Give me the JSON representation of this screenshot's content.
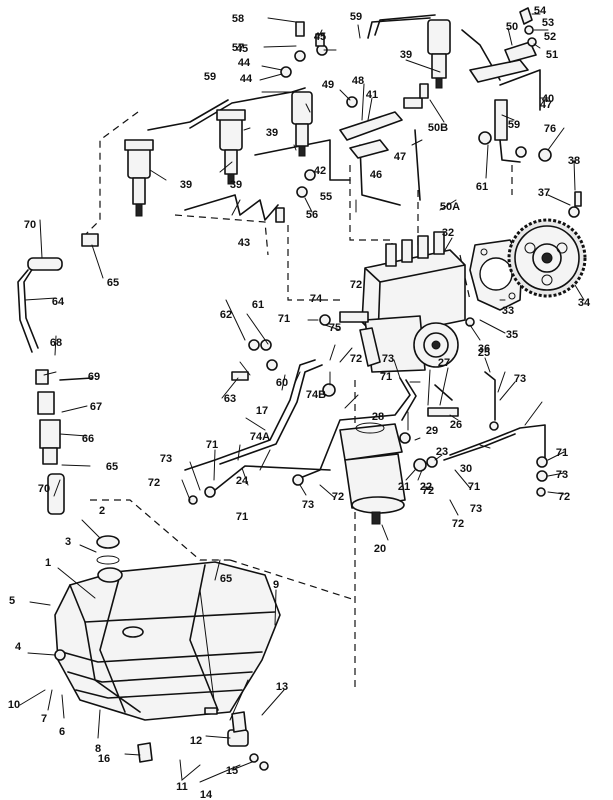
{
  "labels": [
    "1",
    "2",
    "3",
    "4",
    "5",
    "6",
    "7",
    "8",
    "9",
    "10",
    "11",
    "12",
    "13",
    "14",
    "15",
    "16",
    "17",
    "20",
    "21",
    "22",
    "23",
    "24",
    "25",
    "26",
    "27",
    "28",
    "29",
    "30",
    "32",
    "33",
    "34",
    "35",
    "36",
    "37",
    "38",
    "39",
    "39",
    "39",
    "39",
    "40",
    "41",
    "42",
    "43",
    "44",
    "44",
    "45",
    "45",
    "46",
    "47",
    "47",
    "48",
    "49",
    "50",
    "50A",
    "50B",
    "51",
    "52",
    "53",
    "54",
    "55",
    "56",
    "57",
    "58",
    "59",
    "59",
    "59",
    "60",
    "61",
    "61",
    "62",
    "63",
    "64",
    "65",
    "65",
    "65",
    "66",
    "67",
    "68",
    "69",
    "70",
    "70",
    "71",
    "71",
    "71",
    "71",
    "71",
    "71",
    "72",
    "72",
    "72",
    "72",
    "72",
    "72",
    "72",
    "73",
    "73",
    "73",
    "73",
    "73",
    "73",
    "74",
    "74A",
    "74B",
    "75",
    "76"
  ]
}
